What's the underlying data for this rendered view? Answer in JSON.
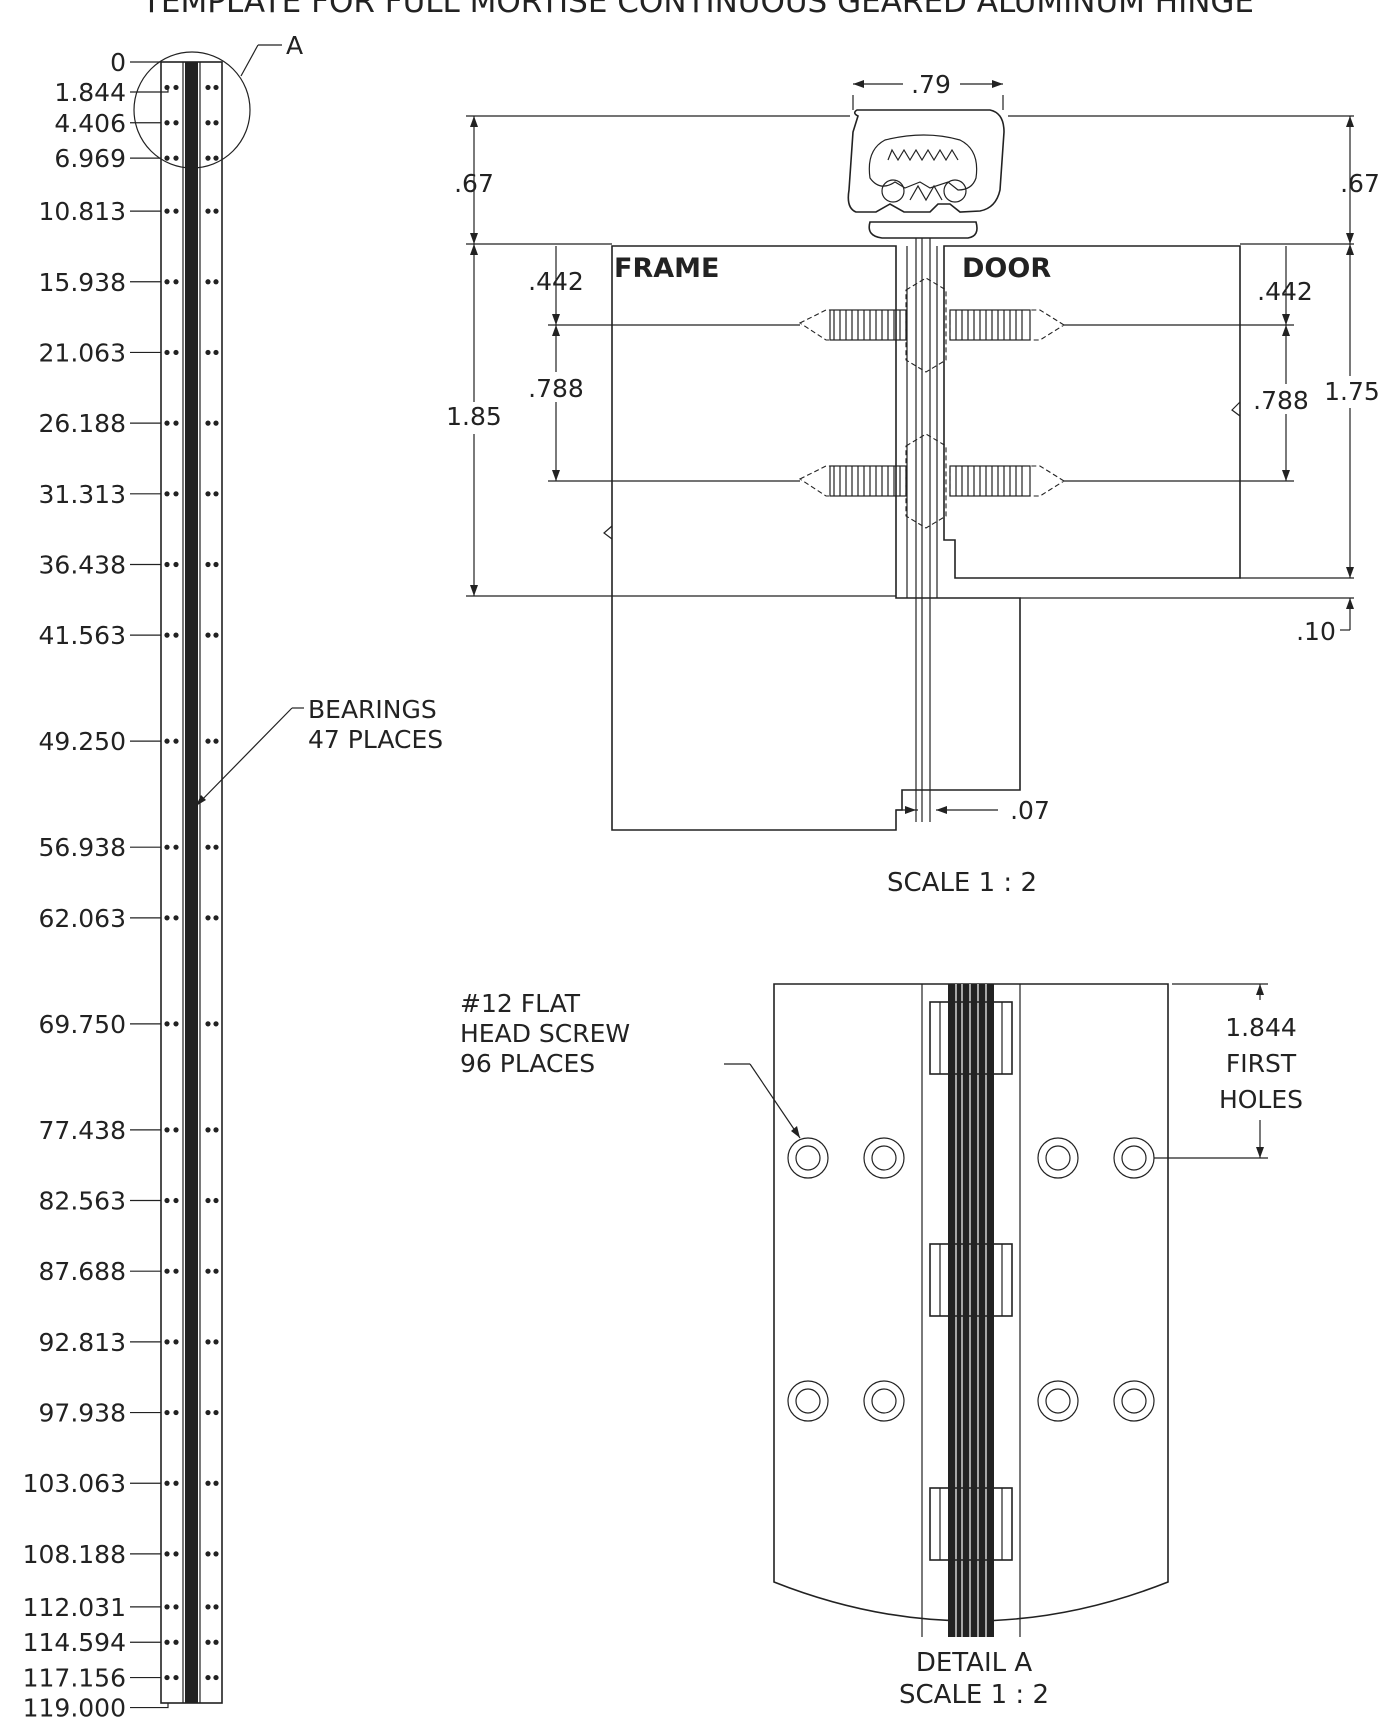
{
  "title": "TEMPLATE FOR FULL MORTISE CONTINUOUS GEARED ALUMINUM HINGE",
  "colors": {
    "ink": "#222222",
    "paper": "#ffffff"
  },
  "left_view": {
    "detail_callout": "A",
    "hole_positions": [
      "0",
      "1.844",
      "4.406",
      "6.969",
      "10.813",
      "15.938",
      "21.063",
      "26.188",
      "31.313",
      "36.438",
      "41.563",
      "49.250",
      "56.938",
      "62.063",
      "69.750",
      "77.438",
      "82.563",
      "87.688",
      "92.813",
      "97.938",
      "103.063",
      "108.188",
      "112.031",
      "114.594",
      "117.156",
      "119.000"
    ],
    "bearings_note": [
      "BEARINGS",
      "47 PLACES"
    ]
  },
  "section_view": {
    "frame_label": "FRAME",
    "door_label": "DOOR",
    "dims": {
      "top_width": ".79",
      "knuckle_height_left": ".67",
      "knuckle_height_right": ".67",
      "screw_offset_left": ".442",
      "screw_offset_right": ".442",
      "screw_spacing_left": ".788",
      "screw_spacing_right": ".788",
      "frame_depth": "1.85",
      "door_depth": "1.75",
      "gap_bottom": ".10",
      "gap_width": ".07"
    },
    "scale": "SCALE 1 : 2"
  },
  "detail_view": {
    "screw_note": [
      "#12 FLAT",
      "HEAD SCREW",
      "96 PLACES"
    ],
    "first_holes_note": [
      "1.844",
      "FIRST",
      "HOLES"
    ],
    "detail_label": "DETAIL A",
    "scale": "SCALE 1 : 2"
  }
}
